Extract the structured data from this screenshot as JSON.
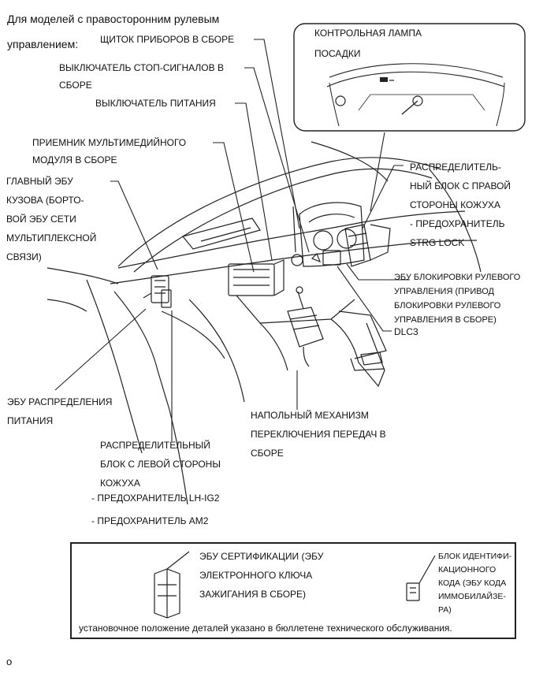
{
  "header": {
    "title_lines": [
      "Для моделей с правосторонним рулевым",
      "управлением:"
    ]
  },
  "callouts": {
    "cluster": [
      "ЩИТОК ПРИБОРОВ В СБОРЕ"
    ],
    "stop_switch": [
      "ВЫКЛЮЧАТЕЛЬ СТОП-СИГНАЛОВ В",
      "СБОРЕ"
    ],
    "power_switch": [
      "ВЫКЛЮЧАТЕЛЬ ПИТАНИЯ"
    ],
    "multimedia": [
      "ПРИЕМНИК МУЛЬТИМЕДИЙНОГО",
      "МОДУЛЯ В СБОРЕ"
    ],
    "main_body_ecu": [
      "ГЛАВНЫЙ ЭБУ",
      "КУЗОВА (БОРТО-",
      "ВОЙ ЭБУ СЕТИ",
      "МУЛЬТИПЛЕКСНОЙ",
      "СВЯЗИ)"
    ],
    "indicator_lamp": [
      "КОНТРОЛЬНАЯ ЛАМПА",
      "ПОСАДКИ"
    ],
    "right_junction": [
      "РАСПРЕДЕЛИТЕЛЬ-",
      "НЫЙ БЛОК С ПРАВОЙ",
      "СТОРОНЫ КОЖУХА",
      "- ПРЕДОХРАНИТЕЛЬ",
      "STRG LOCK"
    ],
    "steering_lock": [
      "ЭБУ БЛОКИРОВКИ РУЛЕВОГО",
      "УПРАВЛЕНИЯ (ПРИВОД",
      "БЛОКИРОВКИ РУЛЕВОГО",
      "УПРАВЛЕНИЯ В СБОРЕ)"
    ],
    "dlc3": [
      "DLC3"
    ],
    "power_distribution": [
      "ЭБУ РАСПРЕДЕЛЕНИЯ",
      "ПИТАНИЯ"
    ],
    "shift_lever": [
      "НАПОЛЬНЫЙ МЕХАНИЗМ",
      "ПЕРЕКЛЮЧЕНИЯ ПЕРЕДАЧ В",
      "СБОРЕ"
    ],
    "left_junction": [
      "РАСПРЕДЕЛИТЕЛЬНЫЙ",
      "БЛОК С ЛЕВОЙ СТОРОНЫ",
      "КОЖУХА"
    ],
    "fuse_lh_ig2": "- ПРЕДОХРАНИТЕЛЬ LH-IG2",
    "fuse_am2": "- ПРЕДОХРАНИТЕЛЬ AM2"
  },
  "legend": {
    "certification_ecu": [
      "ЭБУ СЕРТИФИКАЦИИ (ЭБУ",
      "ЭЛЕКТРОННОГО КЛЮЧА",
      "ЗАЖИГАНИЯ В СБОРЕ)"
    ],
    "id_code_box": [
      "БЛОК ИДЕНТИФИ-",
      "КАЦИОННОГО",
      "КОДА (ЭБУ КОДА",
      "ИММОБИЛАЙЗЕ-",
      "РА)"
    ],
    "note": "установочное положение деталей указано в бюллетене технического обслуживания."
  },
  "footer": {
    "mark": "o"
  }
}
